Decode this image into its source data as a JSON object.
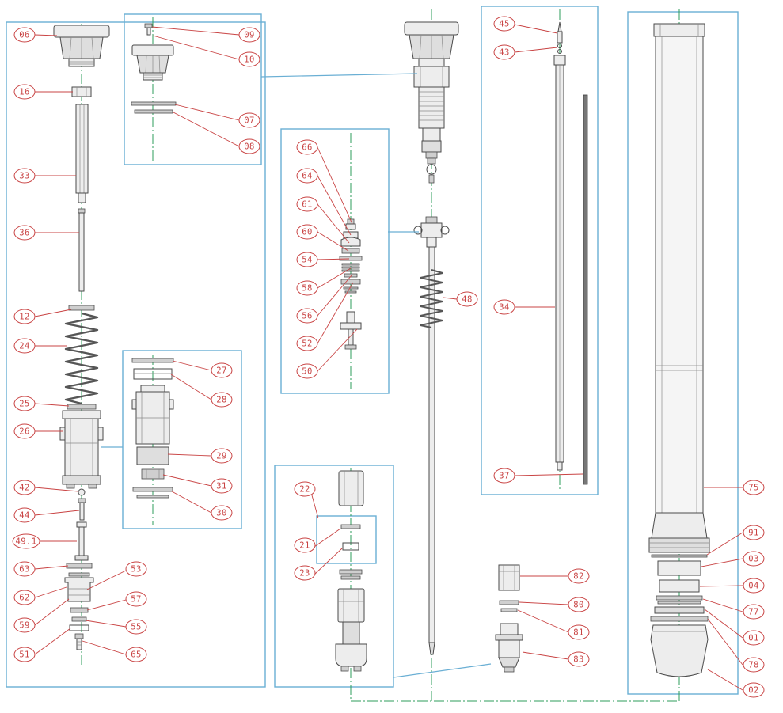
{
  "colors": {
    "background": "#ffffff",
    "callout": "#c94444",
    "box": "#6aafd4",
    "centerline": "#2e9e5b",
    "part_line": "#4a4a4a"
  },
  "callouts": [
    {
      "id": "06",
      "label": "06"
    },
    {
      "id": "16",
      "label": "16"
    },
    {
      "id": "33",
      "label": "33"
    },
    {
      "id": "36",
      "label": "36"
    },
    {
      "id": "12",
      "label": "12"
    },
    {
      "id": "24",
      "label": "24"
    },
    {
      "id": "25",
      "label": "25"
    },
    {
      "id": "26",
      "label": "26"
    },
    {
      "id": "42",
      "label": "42"
    },
    {
      "id": "44",
      "label": "44"
    },
    {
      "id": "49.1",
      "label": "49.1"
    },
    {
      "id": "63",
      "label": "63"
    },
    {
      "id": "62",
      "label": "62"
    },
    {
      "id": "59",
      "label": "59"
    },
    {
      "id": "51",
      "label": "51"
    },
    {
      "id": "53",
      "label": "53"
    },
    {
      "id": "57",
      "label": "57"
    },
    {
      "id": "55",
      "label": "55"
    },
    {
      "id": "65",
      "label": "65"
    },
    {
      "id": "09",
      "label": "09"
    },
    {
      "id": "10",
      "label": "10"
    },
    {
      "id": "07",
      "label": "07"
    },
    {
      "id": "08",
      "label": "08"
    },
    {
      "id": "27",
      "label": "27"
    },
    {
      "id": "28",
      "label": "28"
    },
    {
      "id": "29",
      "label": "29"
    },
    {
      "id": "31",
      "label": "31"
    },
    {
      "id": "30",
      "label": "30"
    },
    {
      "id": "66",
      "label": "66"
    },
    {
      "id": "64",
      "label": "64"
    },
    {
      "id": "61",
      "label": "61"
    },
    {
      "id": "60",
      "label": "60"
    },
    {
      "id": "54",
      "label": "54"
    },
    {
      "id": "58",
      "label": "58"
    },
    {
      "id": "56",
      "label": "56"
    },
    {
      "id": "52",
      "label": "52"
    },
    {
      "id": "50",
      "label": "50"
    },
    {
      "id": "22",
      "label": "22"
    },
    {
      "id": "21",
      "label": "21"
    },
    {
      "id": "23",
      "label": "23"
    },
    {
      "id": "48",
      "label": "48"
    },
    {
      "id": "82",
      "label": "82"
    },
    {
      "id": "80",
      "label": "80"
    },
    {
      "id": "81",
      "label": "81"
    },
    {
      "id": "83",
      "label": "83"
    },
    {
      "id": "45",
      "label": "45"
    },
    {
      "id": "43",
      "label": "43"
    },
    {
      "id": "34",
      "label": "34"
    },
    {
      "id": "37",
      "label": "37"
    },
    {
      "id": "75",
      "label": "75"
    },
    {
      "id": "91",
      "label": "91"
    },
    {
      "id": "03",
      "label": "03"
    },
    {
      "id": "04",
      "label": "04"
    },
    {
      "id": "77",
      "label": "77"
    },
    {
      "id": "01",
      "label": "01"
    },
    {
      "id": "78",
      "label": "78"
    },
    {
      "id": "02",
      "label": "02"
    }
  ]
}
